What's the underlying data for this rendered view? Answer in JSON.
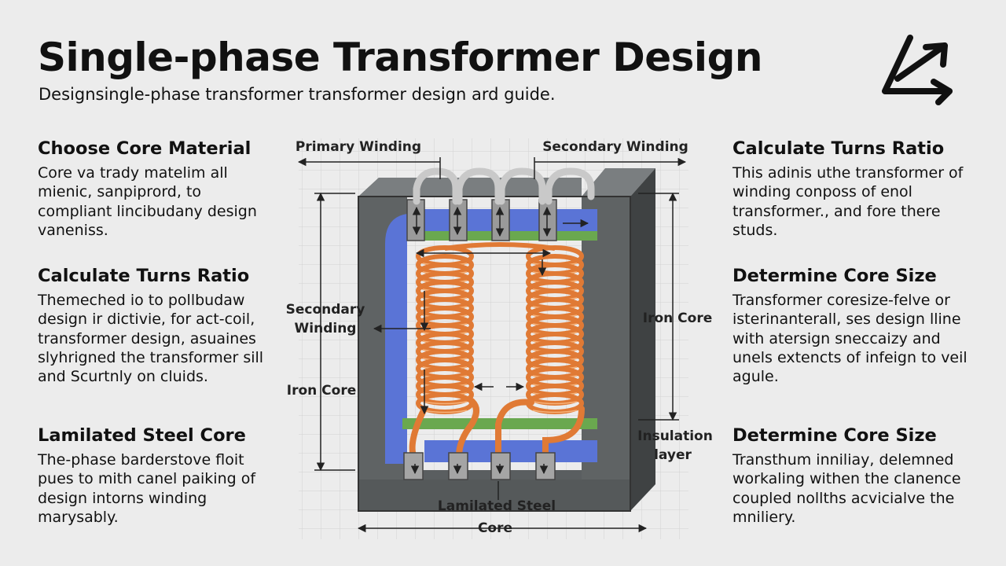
{
  "header": {
    "title": "Single-phase Transformer Design",
    "subtitle": "Designsingle-phase transformer  transformer design ard guide."
  },
  "left_sections": [
    {
      "heading": "Choose Core Material",
      "body": "Core va trady matelim all mienic, sanpiprord, to compliant lincibudany design vaneniss."
    },
    {
      "heading": "Calculate Turns Ratio",
      "body": "Themeched io to pollbudaw design ir dictivie, for act-coil, transformer design, asuaines slyhrigned the transformer sill and Scurtnly on cluids."
    },
    {
      "heading": "Lamilated Steel Core",
      "body": "The-phase barderstove floit pues to mith canel paiking of design intorns winding marysably."
    }
  ],
  "right_sections": [
    {
      "heading": "Calculate Turns Ratio",
      "body": "This adinis uthe transformer of winding conposs of enol transformer., and fore there studs."
    },
    {
      "heading": "Determine Core Size",
      "body": "Transformer coresize-felve or isterinanterall, ses design lline with atersign sneccaizy and unels extencts of infeign to veil agule."
    },
    {
      "heading": "Determine Core Size",
      "body": "Transthum inniliay, delemned workaling withen the clanence coupled nollths acvicialve the mniliery."
    }
  ],
  "diagram": {
    "labels": {
      "primary_winding": "Primary Winding",
      "secondary_winding_top": "Secondary Winding",
      "secondary_winding_left_1": "Secondary",
      "secondary_winding_left_2": "Winding",
      "iron_core_left": "Iron Core",
      "iron_core_right": "Iron Core",
      "insulation_1": "Insulation",
      "insulation_2": "layer",
      "lamilated_1": "Lamilated Steel",
      "lamilated_2": "Core"
    },
    "colors": {
      "core": "#5f6364",
      "insulation": "#5a74d6",
      "copper": "#e07a35",
      "green_plate": "#6aa84f"
    }
  }
}
